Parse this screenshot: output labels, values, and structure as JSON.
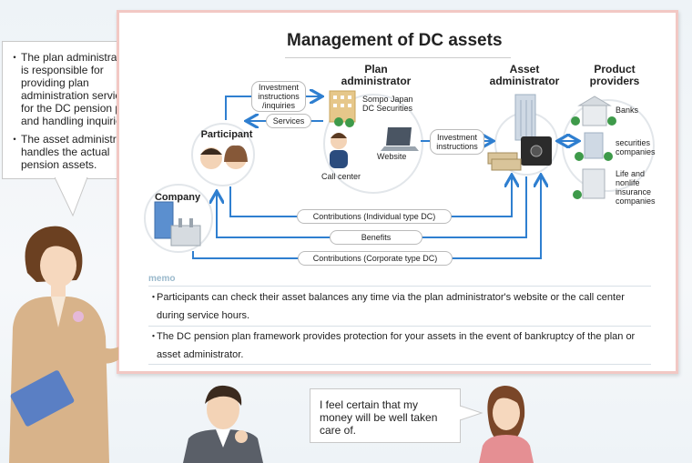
{
  "speech_left": [
    "The plan administrator is responsible for providing plan administration services for the DC pension plan and handling inquiries.",
    "The asset administrator handles the actual pension assets."
  ],
  "diagram": {
    "title": "Management of DC assets",
    "plan_admin_header": "Plan administrator",
    "asset_admin_header": "Asset administrator",
    "product_providers_header": "Product providers",
    "participant": "Participant",
    "company": "Company",
    "sompo": "Sompo Japan DC Securities",
    "call_center": "Call center",
    "website": "Website",
    "investment_instructions_inquiries": "Investment instructions /inquiries",
    "services": "Services",
    "investment_instructions": "Investment instructions",
    "banks": "Banks",
    "securities": "securities companies",
    "life": "Life and nonlife insurance companies",
    "contrib_individual": "Contributions (Individual type DC)",
    "benefits": "Benefits",
    "contrib_corporate": "Contributions (Corporate type DC)"
  },
  "memo": {
    "title": "memo",
    "items": [
      "Participants can check their asset balances any time via the plan administrator's website or the call center during service hours.",
      "The DC pension plan framework provides protection for your assets in the event of bankruptcy of the plan or asset administrator."
    ]
  },
  "speech_right": "I feel certain that my money will be well taken care of.",
  "colors": {
    "arrow": "#2f7fd0",
    "board_border": "#f2c8c4",
    "memo_title": "#9ab9cc"
  }
}
